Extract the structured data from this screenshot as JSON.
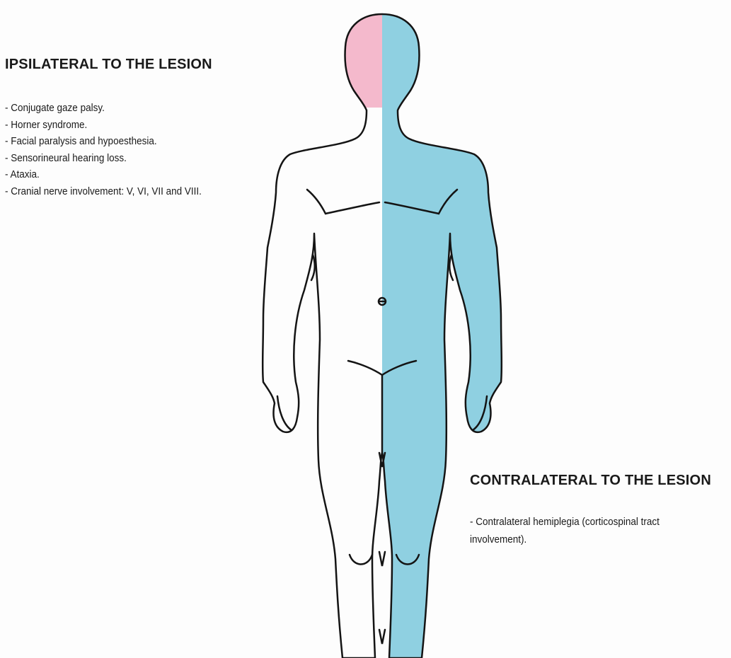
{
  "ipsilateral": {
    "title": "IPSILATERAL TO THE LESION",
    "items": [
      "- Conjugate gaze palsy.",
      "- Horner syndrome.",
      "- Facial paralysis and hypoesthesia.",
      "- Sensorineural hearing loss.",
      "- Ataxia.",
      "- Cranial nerve involvement: V, VI, VII and VIII."
    ]
  },
  "contralateral": {
    "title": "CONTRALATERAL TO THE LESION",
    "items": [
      "- Contralateral hemiplegia (corticospinal tract involvement)."
    ]
  },
  "colors": {
    "ipsilateral_face": "#f4b9cc",
    "contralateral_body": "#8fd0e1",
    "outline": "#141414"
  }
}
